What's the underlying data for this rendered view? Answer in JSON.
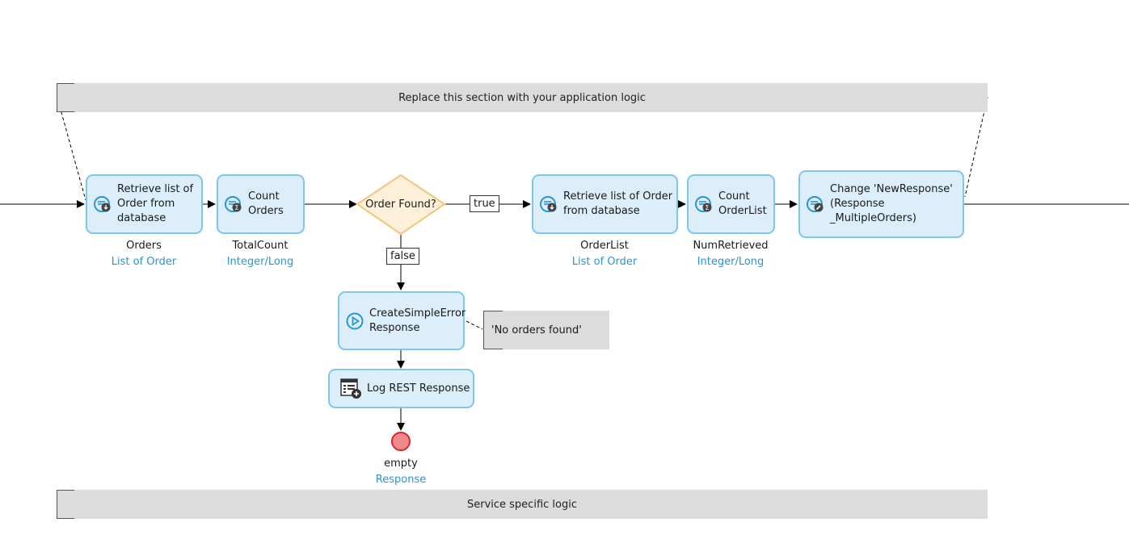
{
  "annotations": {
    "top": "Replace this section with your application logic",
    "bottom": "Service specific logic"
  },
  "activities": {
    "retrieve_orders": {
      "label": "Retrieve list of Order from database",
      "var_name": "Orders",
      "var_type": "List of Order",
      "icon": "retrieve-icon"
    },
    "count_orders": {
      "label": "Count Orders",
      "var_name": "TotalCount",
      "var_type": "Integer/Long",
      "icon": "aggregate-icon"
    },
    "retrieve_orderlist": {
      "label": "Retrieve list of Order from database",
      "var_name": "OrderList",
      "var_type": "List of Order",
      "icon": "retrieve-icon"
    },
    "count_orderlist": {
      "label": "Count OrderList",
      "var_name": "NumRetrieved",
      "var_type": "Integer/Long",
      "icon": "aggregate-icon"
    },
    "change_response": {
      "label": "Change 'NewResponse' (Response _MultipleOrders)",
      "icon": "change-object-icon"
    },
    "create_error": {
      "label": "CreateSimpleError Response",
      "icon": "call-microflow-icon"
    },
    "log_response": {
      "label": "Log REST Response",
      "icon": "log-icon"
    }
  },
  "decision": {
    "label": "Order Found?",
    "true_label": "true",
    "false_label": "false"
  },
  "note": {
    "text": "'No orders found'"
  },
  "end_event": {
    "var_name": "empty",
    "var_type": "Response"
  },
  "colors": {
    "activity_fill": "#dbeef9",
    "activity_border": "#7ec6ee",
    "decision_fill": "#fff0d9",
    "decision_border": "#f4c47a",
    "type_text": "#2a95d3",
    "end_fill": "#f08a8a",
    "end_border": "#d8262b",
    "annotation_fill": "#dcdcdc"
  }
}
